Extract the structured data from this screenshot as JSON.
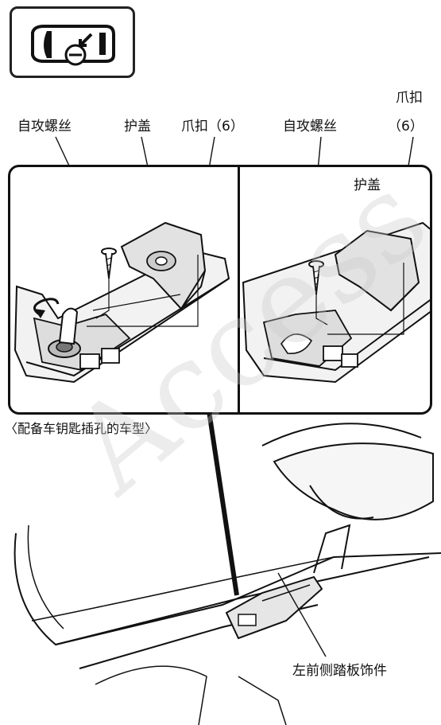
{
  "top_icon": {
    "name": "door-open-left-icon"
  },
  "left_panel": {
    "labels": {
      "screw": "自攻螺丝",
      "cover": "护盖",
      "clip": "爪扣（6）"
    }
  },
  "right_panel": {
    "labels": {
      "screw": "自攻螺丝",
      "cover": "护盖",
      "clip_line1": "爪扣",
      "clip_line2": "（6）"
    }
  },
  "caption": "〈配备车钥匙插孔的车型〉",
  "scene_label": "左前侧踏板饰件",
  "watermark": "Access"
}
